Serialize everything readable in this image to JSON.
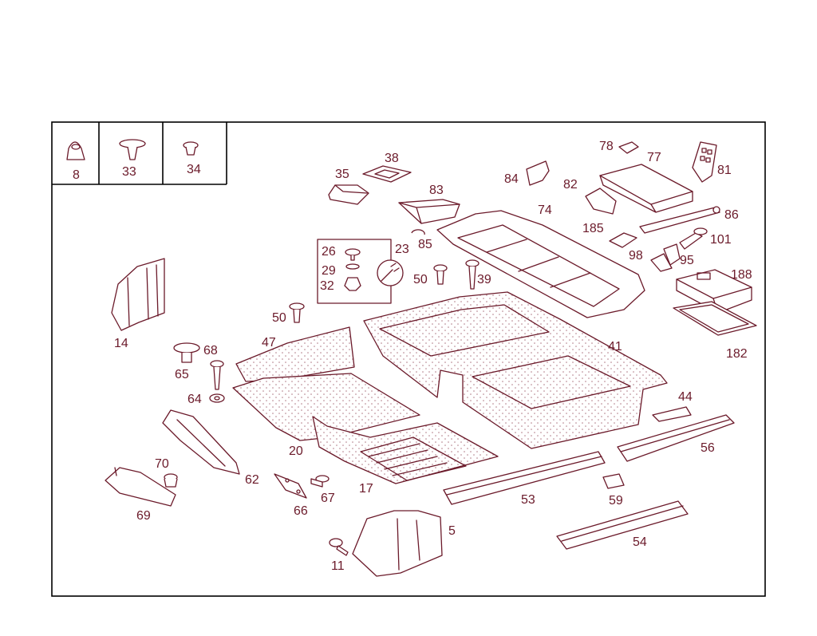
{
  "colors": {
    "line": "#6b1a2a",
    "frame": "#000000",
    "background": "#ffffff"
  },
  "inset": [
    "8",
    "33",
    "34"
  ],
  "callouts": {
    "p38": "38",
    "p35": "35",
    "p83": "83",
    "p78": "78",
    "p77": "77",
    "p81": "81",
    "p84": "84",
    "p82": "82",
    "p74": "74",
    "p86": "86",
    "p185": "185",
    "p101": "101",
    "p85": "85",
    "p98": "98",
    "p95": "95",
    "p26": "26",
    "p23": "23",
    "p29": "29",
    "p32": "32",
    "p50a": "50",
    "p39": "39",
    "p188": "188",
    "p14": "14",
    "p50b": "50",
    "p182": "182",
    "p47": "47",
    "p41": "41",
    "p68": "68",
    "p65": "65",
    "p64": "64",
    "p44": "44",
    "p20": "20",
    "p56": "56",
    "p70": "70",
    "p62": "62",
    "p17": "17",
    "p67": "67",
    "p69": "69",
    "p66": "66",
    "p53": "53",
    "p59": "59",
    "p5": "5",
    "p54": "54",
    "p11": "11"
  }
}
